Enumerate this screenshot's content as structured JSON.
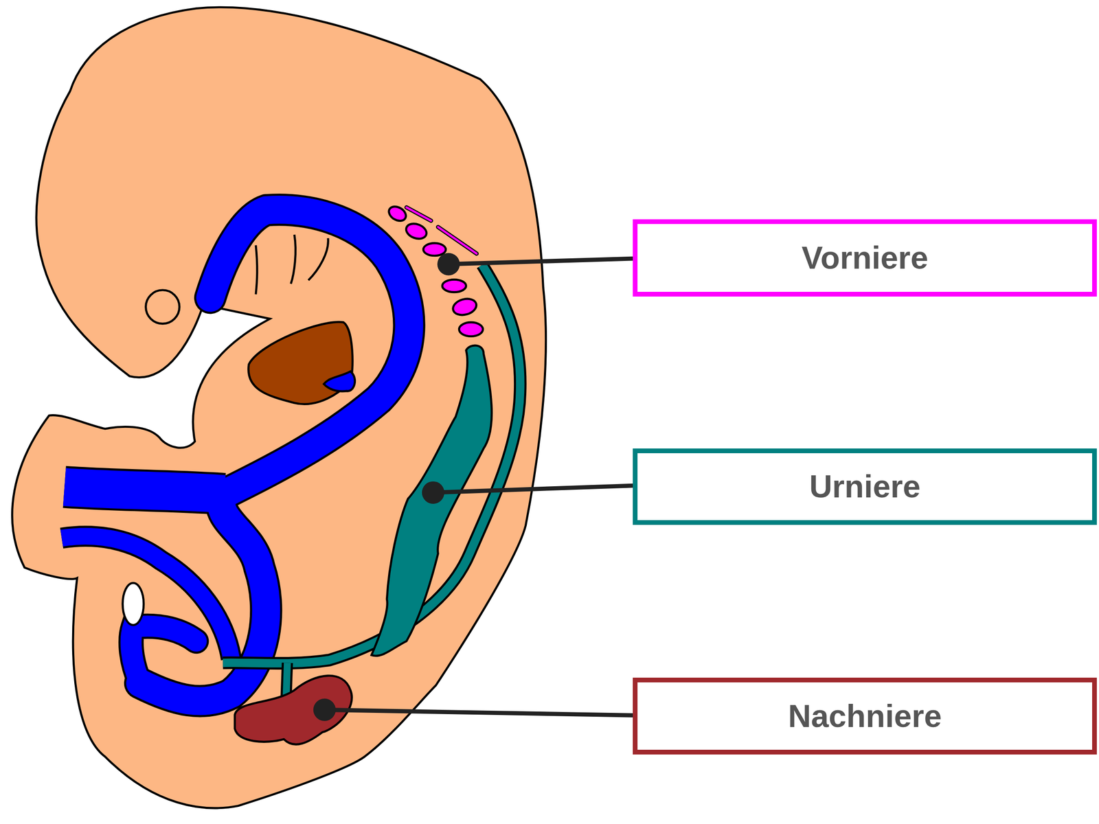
{
  "diagram": {
    "nodes": [
      {
        "text": [
          "Vorniere"
        ]
      },
      {
        "text": [
          "Urniere"
        ]
      },
      {
        "text": [
          "Nachniere"
        ]
      }
    ]
  }
}
